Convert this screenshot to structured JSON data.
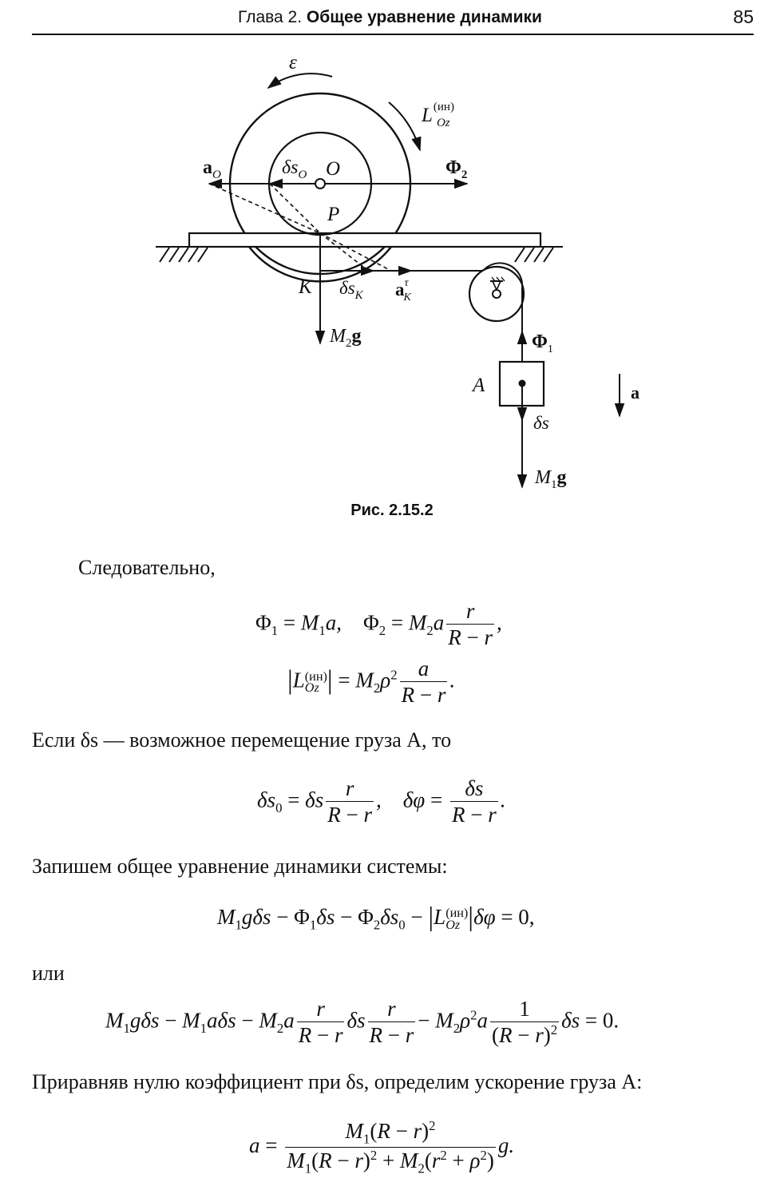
{
  "header": {
    "chapter_prefix": "Глава 2.",
    "chapter_title": "Общее уравнение динамики",
    "page_number": "85"
  },
  "figure": {
    "caption": "Рис. 2.15.2",
    "labels": {
      "epsilon": "ε",
      "L_main": "L",
      "L_sup": "(ин)",
      "L_sub": "Oz",
      "aO_main": "a",
      "aO_sub": "O",
      "dsO_main": "δs",
      "dsO_sub": "O",
      "O": "O",
      "Phi2_main": "Φ",
      "Phi2_sub": "2",
      "P": "P",
      "K": "K",
      "dsK_main": "δs",
      "dsK_sub": "K",
      "aK_main": "a",
      "aK_sup": "τ",
      "aK_sub": "K",
      "M2g_M": "M",
      "M2g_sub": "2",
      "M2g_g": "g",
      "Phi1_main": "Φ",
      "Phi1_sub": "1",
      "A": "A",
      "a": "a",
      "ds": "δs",
      "M1g_M": "M",
      "M1g_sub": "1",
      "M1g_g": "g"
    }
  },
  "text": {
    "p1": "Следовательно,",
    "p2": "Если δs — возможное перемещение груза A, то",
    "p3": "Запишем общее уравнение динамики системы:",
    "p4": "или",
    "p5": "Приравняв нулю коэффициент при δs, определим ускорение груза A:"
  },
  "equations": {
    "eq1": "Φ₁ = M₁a,   Φ₂ = M₂a r/(R − r),",
    "eq2": "|L_Oz^(ин)| = M₂ρ² a/(R − r).",
    "eq3": "δs₀ = δs r/(R − r),   δφ = δs/(R − r).",
    "eq4": "M₁gδs − Φ₁δs − Φ₂δs₀ − |L_Oz^(ин)|δφ = 0,",
    "eq5": "M₁gδs − M₁aδs − M₂a r/(R − r) δs r/(R − r) − M₂ρ²a 1/(R − r)² δs = 0.",
    "eq6": "a = M₁(R − r)² / (M₁(R − r)² + M₂(r² + ρ²)) g."
  }
}
